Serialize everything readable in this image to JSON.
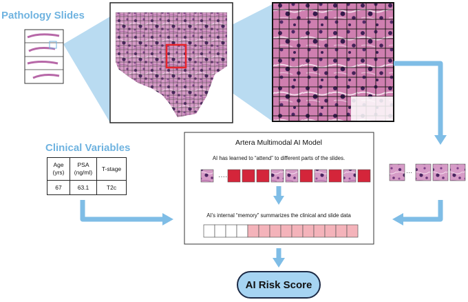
{
  "labels": {
    "pathology_slides": "Pathology Slides",
    "clinical_variables": "Clinical Variables"
  },
  "clinical_table": {
    "headers": [
      "Age\n(yrs)",
      "PSA\n(ng/ml)",
      "T-stage"
    ],
    "values": [
      "67",
      "63.1",
      "T2c"
    ]
  },
  "model_box": {
    "title": "Artera Multimodal AI Model",
    "attend_caption": "AI has learned to “attend” to different parts of the slides.",
    "memory_caption": "AI’s internal “memory” summarizes the clinical and slide data"
  },
  "risk_score": {
    "label": "AI Risk Score"
  },
  "colors": {
    "accent_blue": "#6fb3e0",
    "arrow_blue": "#7fbde6",
    "memory_pink": "#f4b3ba",
    "attention_red": "#d4253a",
    "highlight_red": "#e8242c",
    "risk_fill": "#a6d4f2",
    "risk_border": "#1c2a45"
  },
  "diagram": {
    "attention_sequence": [
      "tile",
      "dots",
      "red",
      "red",
      "red",
      "tile",
      "tile",
      "red",
      "tile",
      "red",
      "tile",
      "red"
    ],
    "memory_cells": [
      "empty",
      "empty",
      "empty",
      "empty",
      "filled",
      "filled",
      "filled",
      "filled",
      "filled",
      "filled",
      "filled",
      "filled",
      "filled",
      "filled"
    ],
    "side_tiles": 4
  }
}
